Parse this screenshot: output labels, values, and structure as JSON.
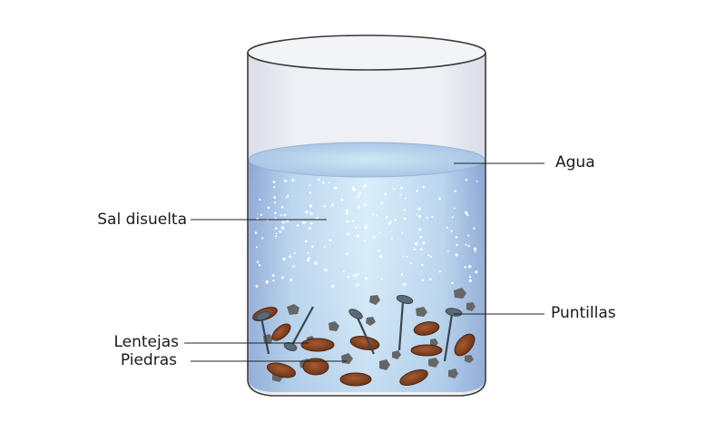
{
  "labels": {
    "agua": "Agua",
    "sal": "Sal disuelta",
    "lentejas": "Lentejas",
    "piedras": "Piedras",
    "puntillas": "Puntillas"
  },
  "colors": {
    "glass_outline": "#3a3a3a",
    "water_top": "#d6e8f4",
    "water_mid": "#c8e2f2",
    "water_edge": "#8aa8d6",
    "lentil": "#8b4a2b",
    "lentil_dark": "#5a2a14",
    "stone": "#6a6a6a",
    "nail": "#4a5a6a"
  },
  "icons": {
    "glass": "beaker-icon",
    "lentil": "lentil-icon",
    "stone": "stone-icon",
    "nail": "nail-icon"
  }
}
